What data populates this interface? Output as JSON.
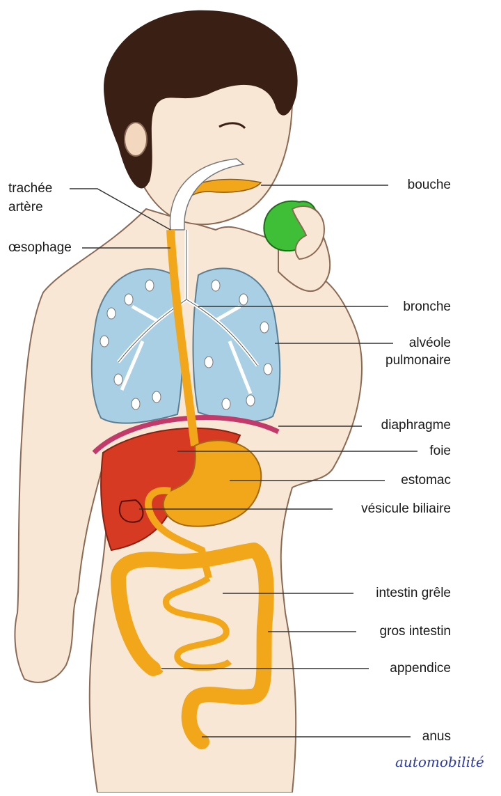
{
  "labels": {
    "trachee_line1": "trachée",
    "trachee_line2": "artère",
    "oesophage": "œsophage",
    "bouche": "bouche",
    "bronche": "bronche",
    "alveole_line1": "alvéole",
    "alveole_line2": "pulmonaire",
    "diaphragme": "diaphragme",
    "foie": "foie",
    "estomac": "estomac",
    "vesicule": "vésicule biliaire",
    "intestin_grele": "intestin grêle",
    "gros_intestin": "gros intestin",
    "appendice": "appendice",
    "anus": "anus",
    "handwritten": "automobilité"
  },
  "colors": {
    "skin": "#f8e7d4",
    "hair": "#3a1f14",
    "lung": "#a9cfe4",
    "liver": "#d63a22",
    "digestive": "#f2a71b",
    "apple": "#3fbf38",
    "diaphragm": "#c23a6a",
    "leader": "#333333",
    "handwriting": "#2a3aa8"
  }
}
